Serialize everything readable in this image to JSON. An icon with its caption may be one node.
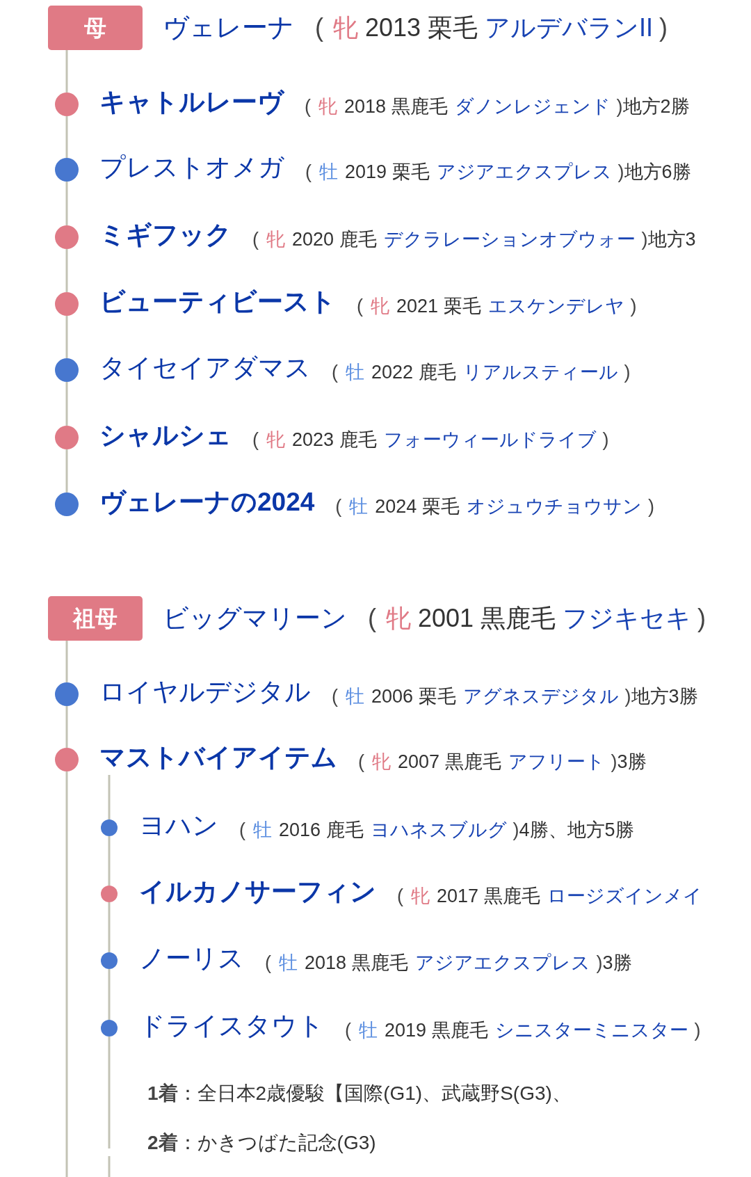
{
  "diagram": {
    "nodes": [
      {
        "text": [
          "母"
        ],
        "beside": [
          "ヴェレーナ",
          "(",
          "牝",
          "2013 栗毛",
          "アルデバランII",
          ")"
        ]
      },
      {
        "text": [],
        "shape": "circle",
        "beside": [
          "キャトルレーヴ",
          "(",
          "牝",
          "2018 黒鹿毛",
          "ダノンレジェンド",
          ")",
          "地方2勝"
        ]
      },
      {
        "text": [],
        "shape": "circle",
        "beside": [
          "プレストオメガ",
          "(",
          "牡",
          "2019 栗毛",
          "アジアエクスプレス",
          ")",
          "地方6勝"
        ]
      },
      {
        "text": [],
        "shape": "circle",
        "beside": [
          "ミギフック",
          "(",
          "牝",
          "2020 鹿毛",
          "デクラレーションオブウォー",
          ")",
          "地方3"
        ]
      },
      {
        "text": [],
        "shape": "circle",
        "beside": [
          "ビューティビースト",
          "(",
          "牝",
          "2021 栗毛",
          "エスケンデレヤ",
          ")"
        ]
      },
      {
        "text": [],
        "shape": "circle",
        "beside": [
          "タイセイアダマス",
          "(",
          "牡",
          "2022 鹿毛",
          "リアルスティール",
          ")"
        ]
      },
      {
        "text": [],
        "shape": "circle",
        "beside": [
          "シャルシェ",
          "(",
          "牝",
          "2023 鹿毛",
          "フォーウィールドライブ",
          ")"
        ]
      },
      {
        "text": [],
        "shape": "circle",
        "beside": [
          "ヴェレーナの2024",
          "(",
          "牡",
          "2024 栗毛",
          "オジュウチョウサン",
          ")"
        ]
      },
      {
        "text": [
          "祖母"
        ],
        "beside": [
          "ビッグマリーン",
          "(",
          "牝",
          "2001 黒鹿毛",
          "フジキセキ",
          ")"
        ]
      },
      {
        "text": [],
        "shape": "circle",
        "beside": [
          "ロイヤルデジタル",
          "(",
          "牡",
          "2006 栗毛",
          "アグネスデジタル",
          ")",
          "地方3勝"
        ]
      },
      {
        "text": [],
        "shape": "circle",
        "beside": [
          "マストバイアイテム",
          "(",
          "牝",
          "2007 黒鹿毛",
          "アフリート",
          ")",
          "3勝"
        ]
      },
      {
        "text": [],
        "shape": "circle",
        "beside": [
          "ヨハン",
          "(",
          "牡",
          "2016 鹿毛",
          "ヨハネスブルグ",
          ")",
          "4勝、地方5勝"
        ]
      },
      {
        "text": [],
        "shape": "circle",
        "beside": [
          "イルカノサーフィン",
          "(",
          "牝",
          "2017 黒鹿毛",
          "ロージズインメイ"
        ]
      },
      {
        "text": [],
        "shape": "circle",
        "beside": [
          "ノーリス",
          "(",
          "牡",
          "2018 黒鹿毛",
          "アジアエクスプレス",
          ")",
          "3勝"
        ]
      },
      {
        "text": [],
        "shape": "circle",
        "beside": [
          "ドライスタウト",
          "(",
          "牡",
          "2019 黒鹿毛",
          "シニスターミニスター",
          ")",
          "**1着**：全日本2歳優駿【国際(G1)、武蔵野S(G3)、",
          "**2着**：かきつばた記念(G3)"
        ]
      }
    ],
    "edges": [
      {
        "from": 0,
        "to": 1,
        "arrow": "none"
      },
      {
        "from": 1,
        "to": 2,
        "arrow": "none"
      },
      {
        "from": 2,
        "to": 3,
        "arrow": "none"
      },
      {
        "from": 3,
        "to": 4,
        "arrow": "none"
      },
      {
        "from": 4,
        "to": 5,
        "arrow": "none"
      },
      {
        "from": 5,
        "to": 6,
        "arrow": "none"
      },
      {
        "from": 6,
        "to": 7,
        "arrow": "none"
      },
      {
        "from": 8,
        "to": 9,
        "arrow": "none"
      },
      {
        "from": 9,
        "to": 10,
        "arrow": "none"
      },
      {
        "from": 10,
        "to": null,
        "arrow": "none"
      },
      {
        "from": 10,
        "to": 11,
        "arrow": "none"
      },
      {
        "from": 11,
        "to": 12,
        "arrow": "none"
      },
      {
        "from": 12,
        "to": 13,
        "arrow": "none"
      },
      {
        "from": 13,
        "to": 14,
        "arrow": "none"
      },
      {
        "from": 14,
        "to": null,
        "arrow": "none"
      }
    ]
  }
}
